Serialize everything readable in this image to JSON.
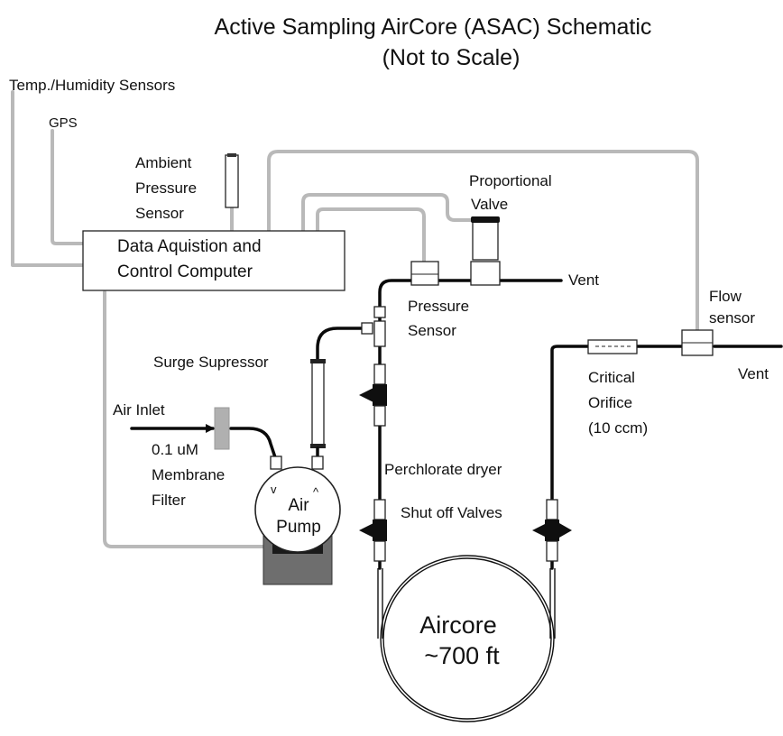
{
  "title": {
    "line1": "Active Sampling AirCore (ASAC) Schematic",
    "line2": "(Not to Scale)"
  },
  "labels": {
    "temp_humidity": "Temp./Humidity Sensors",
    "gps": "GPS",
    "ambient_1": "Ambient",
    "ambient_2": "Pressure",
    "ambient_3": "Sensor",
    "computer_1": "Data Aquistion and",
    "computer_2": "Control Computer",
    "prop_valve_1": "Proportional",
    "prop_valve_2": "Valve",
    "vent_top": "Vent",
    "pressure_sensor_1": "Pressure",
    "pressure_sensor_2": "Sensor",
    "flow_sensor_1": "Flow",
    "flow_sensor_2": "sensor",
    "vent_right": "Vent",
    "surge": "Surge Supressor",
    "air_inlet": "Air Inlet",
    "filter_1": "0.1 uM",
    "filter_2": "Membrane",
    "filter_3": "Filter",
    "pump_1": "Air",
    "pump_2": "Pump",
    "pump_in": "v",
    "pump_out": "^",
    "perchlorate": "Perchlorate dryer",
    "shutoff": "Shut off Valves",
    "orifice_1": "Critical",
    "orifice_2": "Orifice",
    "orifice_3": "(10 ccm)",
    "aircore_1": "Aircore",
    "aircore_2": "~700 ft"
  },
  "colors": {
    "signal_wire": "#b9b9b9",
    "gas_line": "#0a0a0a",
    "filter": "#b0b0b0",
    "pump_base": "#6e6e6e"
  }
}
